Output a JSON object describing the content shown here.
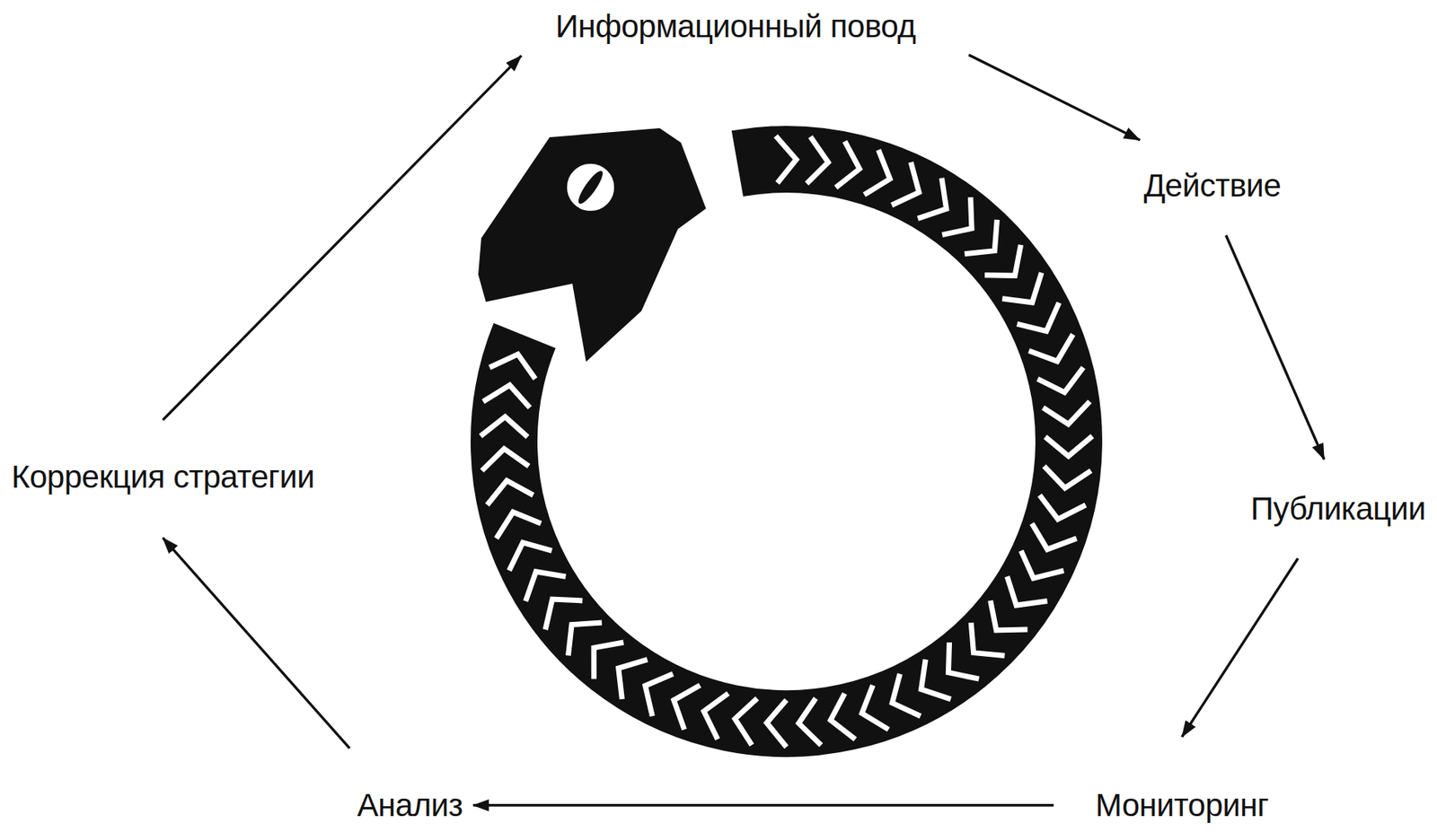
{
  "diagram": {
    "nodes": [
      {
        "text": [
          "Информационный повод"
        ]
      },
      {
        "text": [
          "Действие"
        ]
      },
      {
        "text": [
          "Публикации"
        ]
      },
      {
        "text": [
          "Мониторинг"
        ]
      },
      {
        "text": [
          "Анализ"
        ]
      },
      {
        "text": [
          "Коррекция стратегии"
        ]
      }
    ],
    "edges": [
      {
        "from": 0,
        "to": 1,
        "arrow": "to"
      },
      {
        "from": 1,
        "to": 2,
        "arrow": "to"
      },
      {
        "from": 2,
        "to": 3,
        "arrow": "to"
      },
      {
        "from": 3,
        "to": 4,
        "arrow": "to"
      },
      {
        "from": 4,
        "to": 5,
        "arrow": "to"
      },
      {
        "from": 5,
        "to": 0,
        "arrow": "to"
      }
    ]
  }
}
